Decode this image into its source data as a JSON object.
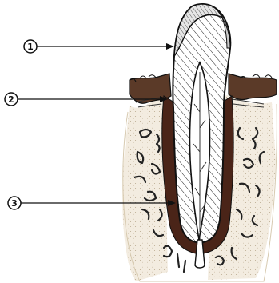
{
  "diagram": {
    "type": "anatomical-illustration",
    "subject": "tooth-in-socket",
    "callouts": [
      {
        "label": "1"
      },
      {
        "label": "2"
      },
      {
        "label": "3"
      }
    ],
    "colors": {
      "ink": "#111111",
      "bone_fill": "#efe7d8",
      "gum_fill": "#6e4a36",
      "ligament_fill": "#4a2418",
      "enamel_fill": "#dddddd",
      "background": "#ffffff"
    }
  }
}
